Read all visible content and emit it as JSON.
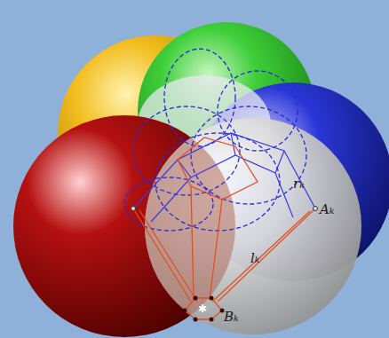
{
  "diagram": {
    "labels": [
      "rₖ",
      "Aₖ",
      "lₖ",
      "Bₖ"
    ]
  }
}
